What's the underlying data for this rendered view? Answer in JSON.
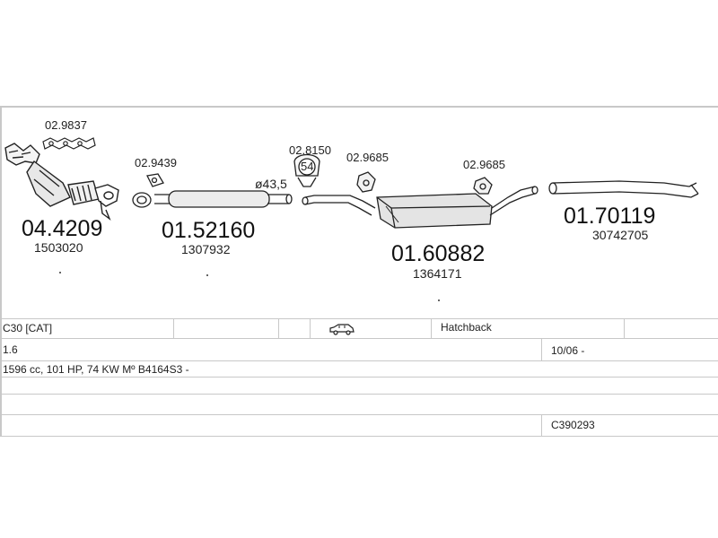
{
  "diagram": {
    "parts": [
      {
        "number": "04.4209",
        "oem": "1503020"
      },
      {
        "number": "01.52160",
        "oem": "1307932"
      },
      {
        "number": "01.60882",
        "oem": "1364171"
      },
      {
        "number": "01.70119",
        "oem": "30742705"
      }
    ],
    "accessories": [
      "02.9837",
      "02.9439",
      "02.8150",
      "02.9685",
      "02.9685"
    ],
    "diameter": "ø43,5",
    "clamp_size": "54"
  },
  "table": {
    "model": "C30  [CAT]",
    "body": "Hatchback",
    "engine_size": "1.6",
    "date": "10/06 -",
    "engine_spec": "1596 cc, 101 HP, 74 KW Mº B4164S3 -",
    "code": "C390293"
  },
  "icons": {
    "car": "car-icon"
  }
}
